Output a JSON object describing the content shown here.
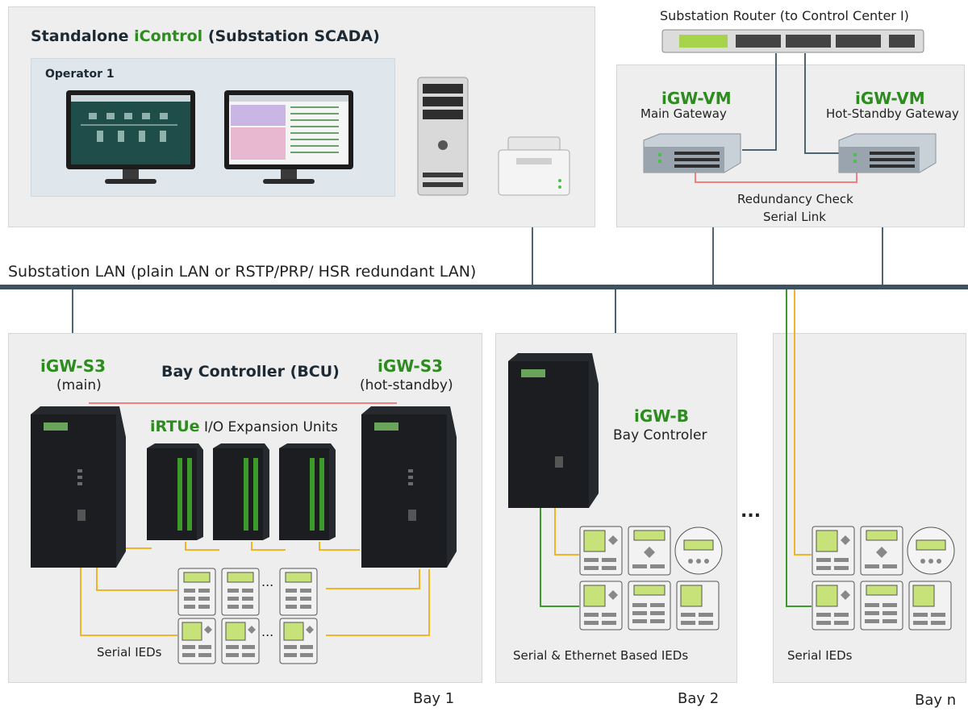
{
  "scada": {
    "title_prefix": "Standalone ",
    "title_brand": "iControl",
    "title_suffix": " (Substation SCADA)",
    "operator_label": "Operator 1"
  },
  "router": {
    "label": "Substation Router (to Control Center I)"
  },
  "gateways": {
    "main": {
      "name": "iGW-VM",
      "role": "Main Gateway"
    },
    "standby": {
      "name": "iGW-VM",
      "role": "Hot-Standby Gateway"
    },
    "link_line1": "Redundancy Check",
    "link_line2": "Serial Link"
  },
  "lan": {
    "label": "Substation LAN (plain LAN or RSTP/PRP/ HSR redundant LAN)"
  },
  "bay1": {
    "main_name": "iGW-S3",
    "main_role": "(main)",
    "bcu_title": "Bay Controller (BCU)",
    "standby_name": "iGW-S3",
    "standby_role": "(hot-standby)",
    "irtu_brand": "iRTUe",
    "irtu_suffix": " I/O Expansion Units",
    "ied_label": "Serial IEDs",
    "bay_label": "Bay 1",
    "dots": "..."
  },
  "bay2": {
    "name": "iGW-B",
    "role": "Bay Controler",
    "ied_label": "Serial & Ethernet Based IEDs",
    "bay_label": "Bay 2"
  },
  "bay_gap": {
    "dots": "..."
  },
  "bayn": {
    "ied_label": "Serial  IEDs",
    "bay_label": "Bay n"
  },
  "colors": {
    "panel": "#eeeeee",
    "lan_bar": "#3d5361",
    "serial_link": "#f0b429",
    "redundancy_link": "#f07070",
    "ethernet_link": "#3c9a2b",
    "brand_green": "#2e8b1f"
  }
}
